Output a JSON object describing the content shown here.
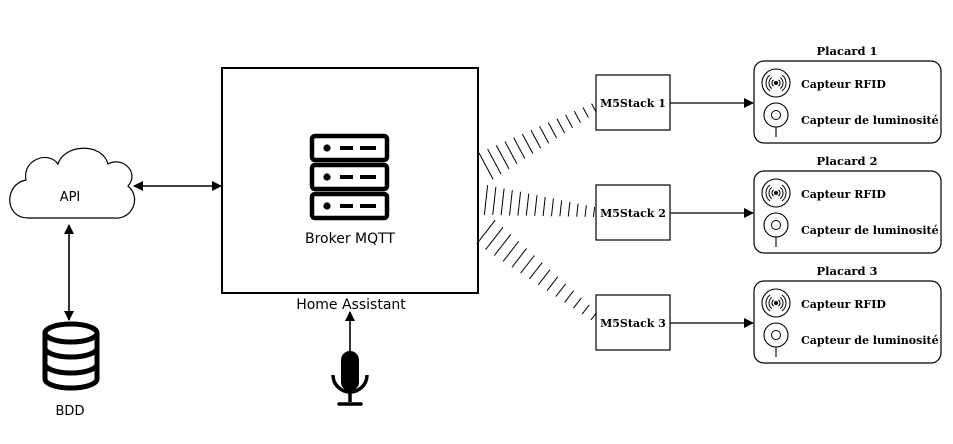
{
  "api": {
    "label": "API"
  },
  "database": {
    "label": "BDD",
    "icon": "database-icon"
  },
  "home_assistant": {
    "label": "Home Assistant",
    "broker": {
      "label": "Broker MQTT",
      "icon": "server-rack-icon"
    }
  },
  "microphone": {
    "icon": "microphone-icon"
  },
  "placards": [
    {
      "title": "Placard 1",
      "controller": "M5Stack 1",
      "sensors": [
        {
          "label": "Capteur RFID",
          "icon": "rfid-icon"
        },
        {
          "label": "Capteur de luminosité",
          "icon": "light-sensor-icon"
        }
      ]
    },
    {
      "title": "Placard 2",
      "controller": "M5Stack 2",
      "sensors": [
        {
          "label": "Capteur RFID",
          "icon": "rfid-icon"
        },
        {
          "label": "Capteur de luminosité",
          "icon": "light-sensor-icon"
        }
      ]
    },
    {
      "title": "Placard 3",
      "controller": "M5Stack 3",
      "sensors": [
        {
          "label": "Capteur RFID",
          "icon": "rfid-icon"
        },
        {
          "label": "Capteur de luminosité",
          "icon": "light-sensor-icon"
        }
      ]
    }
  ]
}
